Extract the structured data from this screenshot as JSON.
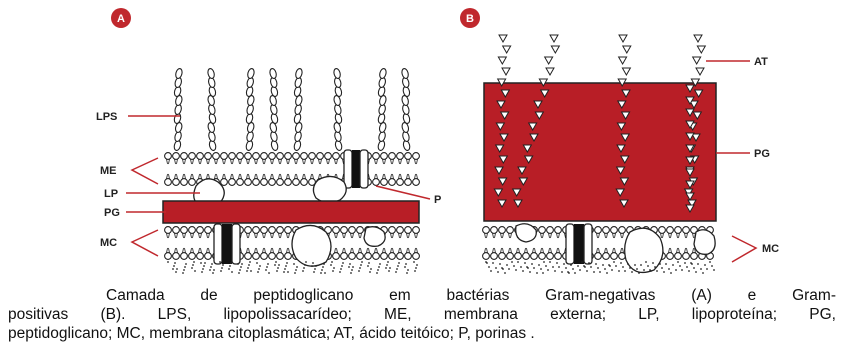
{
  "panel_a": {
    "badge": "A",
    "labels": {
      "lps": "LPS",
      "me": "ME",
      "lp": "LP",
      "pg": "PG",
      "mc": "MC",
      "p": "P"
    }
  },
  "panel_b": {
    "badge": "B",
    "labels": {
      "at": "AT",
      "pg": "PG",
      "mc": "MC"
    }
  },
  "caption": {
    "line1": "Camada de peptidoglicano em bactérias Gram-negativas (A) e Gram-",
    "line2": "positivas (B). LPS, lipopolissacarídeo; ME, membrana externa; LP, lipoproteína; PG,",
    "line3": "peptidoglicano; MC, membrana citoplasmática; AT, ácido teitóico; P, porinas ."
  },
  "colors": {
    "peptidoglycan": "#b81e26",
    "badge": "#c0282d",
    "pointer": "#c0282d",
    "outline": "#222222"
  }
}
